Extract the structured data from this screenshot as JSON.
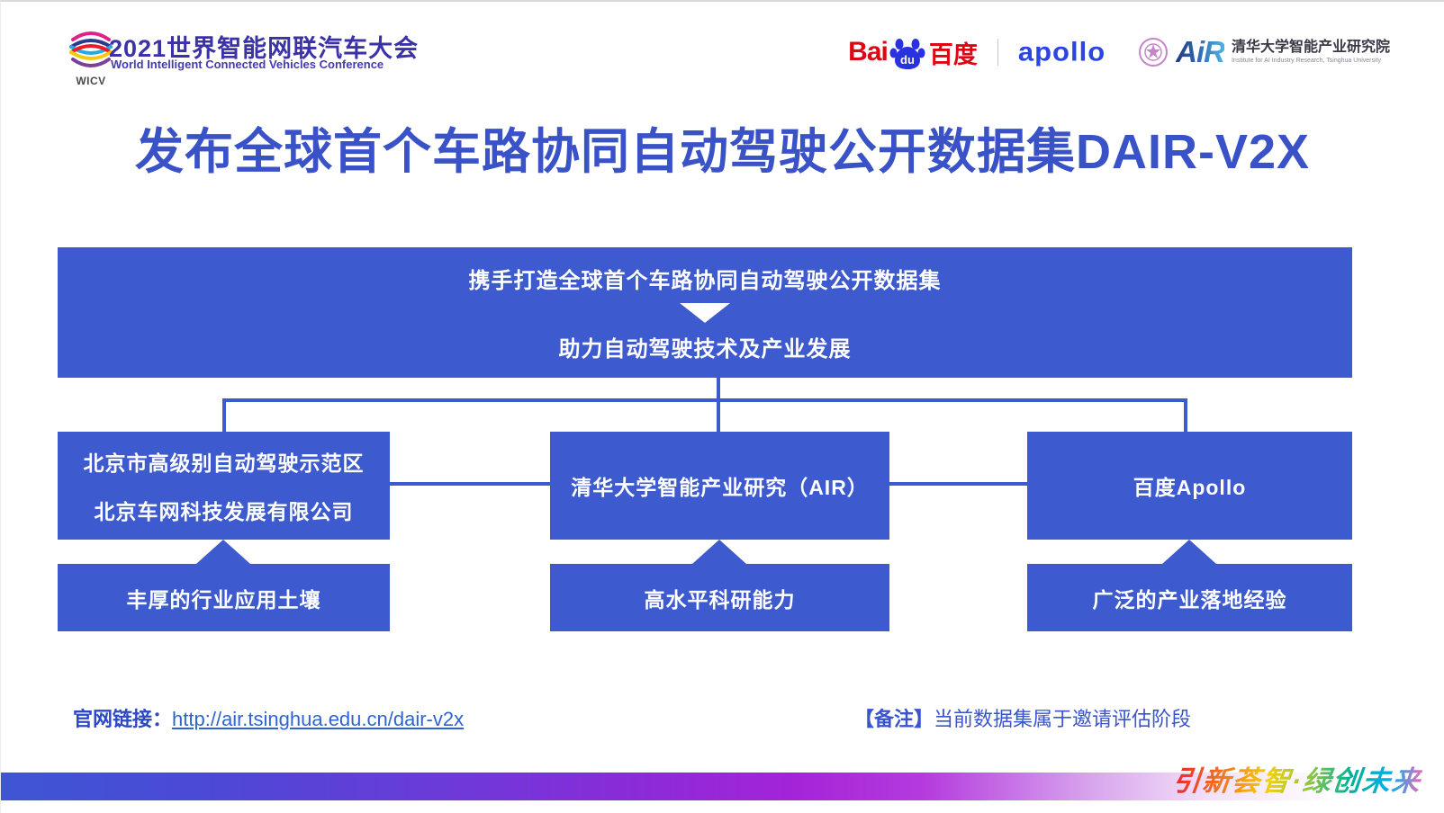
{
  "header": {
    "wicv_label": "WICV",
    "conference_title_cn": "2021世界智能网联汽车大会",
    "conference_title_en": "World Intelligent Connected Vehicles Conference",
    "baidu_bai": "Bai",
    "baidu_du": "du",
    "baidu_cn": "百度",
    "apollo_wordmark": "apollo",
    "air_wordmark": "AiR",
    "air_name_cn": "清华大学智能产业研究院",
    "air_name_en": "Institute for AI Industry Research, Tsinghua University"
  },
  "title": "发布全球首个车路协同自动驾驶公开数据集DAIR-V2X",
  "diagram": {
    "top_box": {
      "line1": "携手打造全球首个车路协同自动驾驶公开数据集",
      "line2": "助力自动驾驶技术及产业发展"
    },
    "partners": [
      {
        "line1": "北京市高级别自动驾驶示范区",
        "line2": "北京车网科技发展有限公司",
        "strength": "丰厚的行业应用土壤"
      },
      {
        "line1": "清华大学智能产业研究（AIR）",
        "line2": "",
        "strength": "高水平科研能力"
      },
      {
        "line1": "百度Apollo",
        "line2": "",
        "strength": "广泛的产业落地经验"
      }
    ]
  },
  "footer": {
    "link_label": "官网链接",
    "link_separator": "：",
    "link_url": "http://air.tsinghua.edu.cn/dair-v2x",
    "note_label": "【备注】",
    "note_text": "当前数据集属于邀请评估阶段",
    "slogan": "引新荟智·绿创未来"
  },
  "colors": {
    "primary_blue": "#3d5acf",
    "title_blue": "#3a52c8",
    "baidu_red": "#de0614",
    "apollo_blue": "#2b46e0",
    "footer_gradient_start": "#3e56d4",
    "footer_gradient_mid": "#a424d8",
    "footer_gradient_end": "#ffffff"
  }
}
